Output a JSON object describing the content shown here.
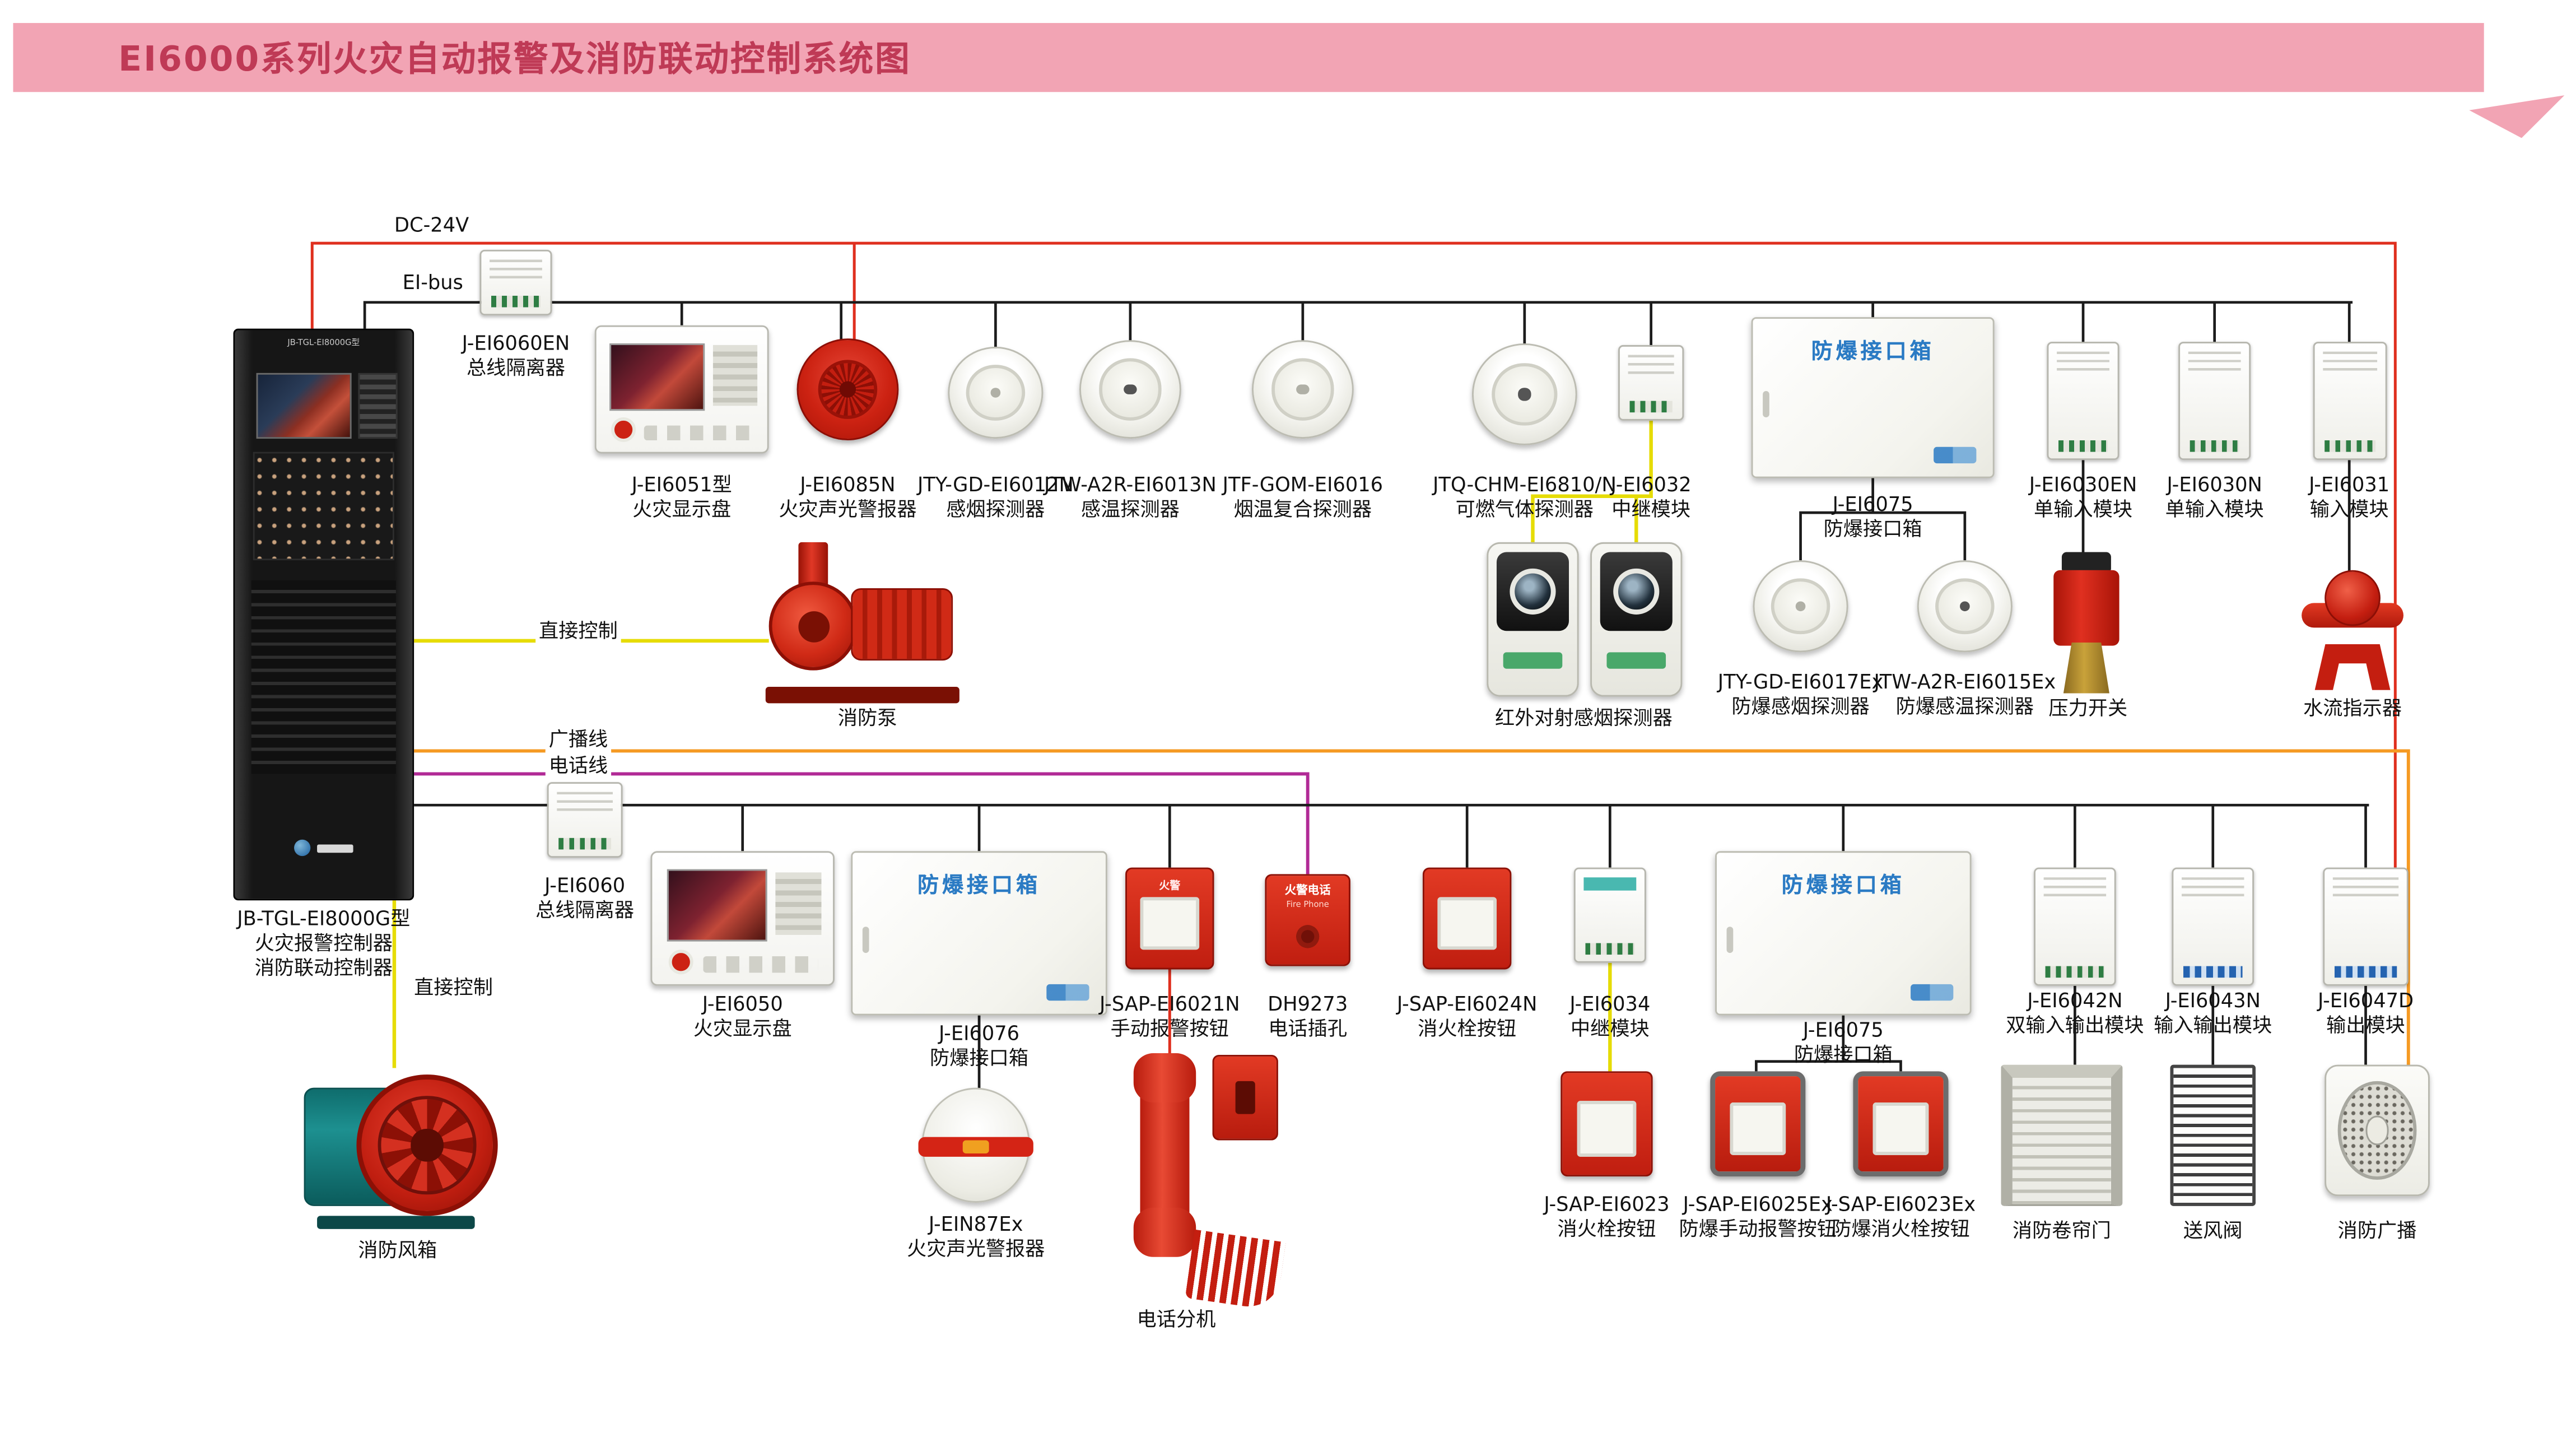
{
  "title": "EI6000系列火灾自动报警及消防联动控制系统图",
  "colors": {
    "accent_pink": "#f2a4b4",
    "title_red": "#bf3a56",
    "wire_red": "#df2f1e",
    "wire_black": "#1c1c1c",
    "wire_yellow": "#e6dc06",
    "wire_orange": "#f59a23",
    "wire_magenta": "#b12a96"
  },
  "wire_labels": {
    "dc24v": "DC-24V",
    "eibus": "EI-bus",
    "direct_pump": "直接控制",
    "broadcast": "广播线",
    "phone": "电话线",
    "direct_fan": "直接控制"
  },
  "panel": {
    "model": "JB-TGL-EI8000G型",
    "line1": "JB-TGL-EI8000G型",
    "line2": "火灾报警控制器",
    "line3": "消防联动控制器"
  },
  "exbox_header": "防爆接口箱",
  "faces": {
    "mcp": "火警",
    "fire_phone_cn": "火警电话",
    "fire_phone_en": "Fire Phone"
  },
  "devices": {
    "isolator_en": {
      "l1": "J-EI6060EN",
      "l2": "总线隔离器"
    },
    "display_6051": {
      "l1": "J-EI6051型",
      "l2": "火灾显示盘"
    },
    "sounder_6085": {
      "l1": "J-EI6085N",
      "l2": "火灾声光警报器"
    },
    "smoke_6012": {
      "l1": "JTY-GD-EI6012N",
      "l2": "感烟探测器"
    },
    "heat_6013": {
      "l1": "JTW-A2R-EI6013N",
      "l2": "感温探测器"
    },
    "combo_6016": {
      "l1": "JTF-GOM-EI6016",
      "l2": "烟温复合探测器"
    },
    "gas_6810": {
      "l1": "JTQ-CHM-EI6810/N",
      "l2": "可燃气体探测器"
    },
    "relay_6032": {
      "l1": "J-EI6032",
      "l2": "中继模块"
    },
    "exbox_6075a": {
      "l1": "J-EI6075",
      "l2": "防爆接口箱"
    },
    "in_6030en": {
      "l1": "J-EI6030EN",
      "l2": "单输入模块"
    },
    "in_6030n": {
      "l1": "J-EI6030N",
      "l2": "单输入模块"
    },
    "in_6031": {
      "l1": "J-EI6031",
      "l2": "输入模块"
    },
    "beam": {
      "l1": "红外对射感烟探测器"
    },
    "ex_smoke_6017": {
      "l1": "JTY-GD-EI6017Ex",
      "l2": "防爆感烟探测器"
    },
    "ex_heat_6015": {
      "l1": "JTW-A2R-EI6015Ex",
      "l2": "防爆感温探测器"
    },
    "pressure": {
      "l1": "压力开关"
    },
    "flow": {
      "l1": "水流指示器"
    },
    "pump": {
      "l1": "消防泵"
    },
    "isolator_6060": {
      "l1": "J-EI6060",
      "l2": "总线隔离器"
    },
    "display_6050": {
      "l1": "J-EI6050",
      "l2": "火灾显示盘"
    },
    "exbox_6076": {
      "l1": "J-EI6076",
      "l2": "防爆接口箱"
    },
    "mcp_6021": {
      "l1": "J-SAP-EI6021N",
      "l2": "手动报警按钮"
    },
    "phonejack": {
      "l1": "DH9273",
      "l2": "电话插孔"
    },
    "hydrant_6024": {
      "l1": "J-SAP-EI6024N",
      "l2": "消火栓按钮"
    },
    "relay_6034": {
      "l1": "J-EI6034",
      "l2": "中继模块"
    },
    "exbox_6075b": {
      "l1": "J-EI6075",
      "l2": "防爆接口箱"
    },
    "io_6042": {
      "l1": "J-EI6042N",
      "l2": "双输入输出模块"
    },
    "io_6043": {
      "l1": "J-EI6043N",
      "l2": "输入输出模块"
    },
    "out_6047": {
      "l1": "J-EI6047D",
      "l2": "输出模块"
    },
    "fan": {
      "l1": "消防风箱"
    },
    "ex_sounder_87": {
      "l1": "J-EIN87Ex",
      "l2": "火灾声光警报器"
    },
    "phone_ext": {
      "l1": "电话分机"
    },
    "hydrant_6023": {
      "l1": "J-SAP-EI6023",
      "l2": "消火栓按钮"
    },
    "ex_mcp_6025": {
      "l1": "J-SAP-EI6025Ex",
      "l2": "防爆手动报警按钮"
    },
    "ex_hydrant_6023ex": {
      "l1": "J-SAP-EI6023Ex",
      "l2": "防爆消火栓按钮"
    },
    "shutter": {
      "l1": "消防卷帘门"
    },
    "vent": {
      "l1": "送风阀"
    },
    "speaker": {
      "l1": "消防广播"
    }
  }
}
